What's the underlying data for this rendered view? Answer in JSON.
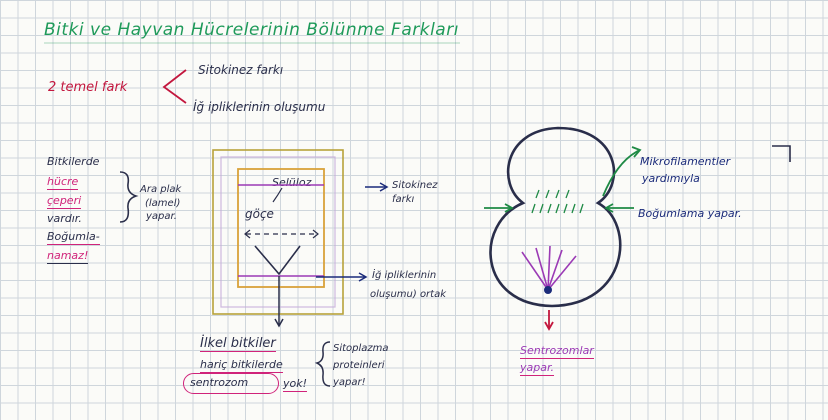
{
  "page": {
    "title": "Bitki ve Hayvan Hücrelerinin Bölünme Farkları"
  },
  "intro": {
    "label": "2 temel fark",
    "items": [
      "Sitokinez farkı",
      "İğ ipliklerinin oluşumu"
    ]
  },
  "plant_note": {
    "lines": [
      "Bitkilerde",
      "hücre",
      "çeperi",
      "vardır.",
      "Boğumla-",
      "namaz!"
    ],
    "brace_text": [
      "Ara plak",
      "(lamel)",
      "yapar."
    ]
  },
  "plant_cell": {
    "labels": [
      "Selüloz",
      "göçe"
    ],
    "arrow_sitokinez": [
      "Sitokinez",
      "farkı"
    ],
    "arrow_ig": [
      "İğ ipliklerinin",
      "oluşumu) ortak"
    ]
  },
  "bottom_note": {
    "lines": [
      "İlkel bitkiler",
      "hariç bitkilerde",
      "sentrozom",
      "yok!"
    ],
    "brace_text": [
      "Sitoplazma",
      "proteinleri",
      "yapar!"
    ]
  },
  "animal_cell": {
    "mikro": [
      "Mikrofilamentler",
      "yardımıyla"
    ],
    "bogum": "Boğumlama yapar.",
    "sentrozom": [
      "Sentrozomlar",
      "yapar."
    ]
  },
  "colors": {
    "title": "#1f9a5a",
    "red": "#c3173e",
    "pink": "#d0237a",
    "dark": "#2a2e4a",
    "green": "#1f8a45",
    "purple": "#9b3ab5",
    "navy": "#1b2b7a"
  }
}
